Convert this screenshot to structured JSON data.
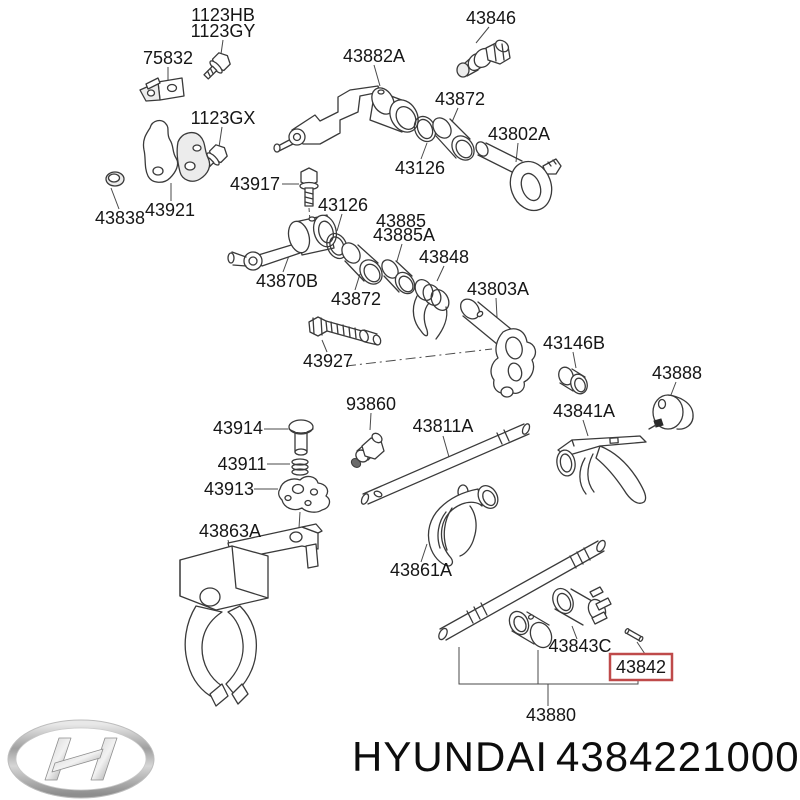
{
  "colors": {
    "highlight_red": "#bf4a4a",
    "line": "#3a3a3a",
    "logo_silver": "#b9b9b9"
  },
  "footer": {
    "brand": "HYUNDAI",
    "part_number": "4384221000"
  },
  "labels": {
    "l_1123hb": "1123HB",
    "l_1123gy": "1123GY",
    "l_75832": "75832",
    "l_1123gx": "1123GX",
    "l_43882a": "43882A",
    "l_43846": "43846",
    "l_43872_top": "43872",
    "l_43802a": "43802A",
    "l_43126_top": "43126",
    "l_43917": "43917",
    "l_43126_mid": "43126",
    "l_43885": "43885",
    "l_43885a": "43885A",
    "l_43838": "43838",
    "l_43921": "43921",
    "l_43848": "43848",
    "l_43870b": "43870B",
    "l_43872_mid": "43872",
    "l_43803a": "43803A",
    "l_43927": "43927",
    "l_43146b": "43146B",
    "l_43888": "43888",
    "l_93860": "93860",
    "l_43811a": "43811A",
    "l_43841a": "43841A",
    "l_43914": "43914",
    "l_43911": "43911",
    "l_43913": "43913",
    "l_43863a": "43863A",
    "l_43861a": "43861A",
    "l_43843c": "43843C",
    "l_43842": "43842",
    "l_43880": "43880"
  }
}
